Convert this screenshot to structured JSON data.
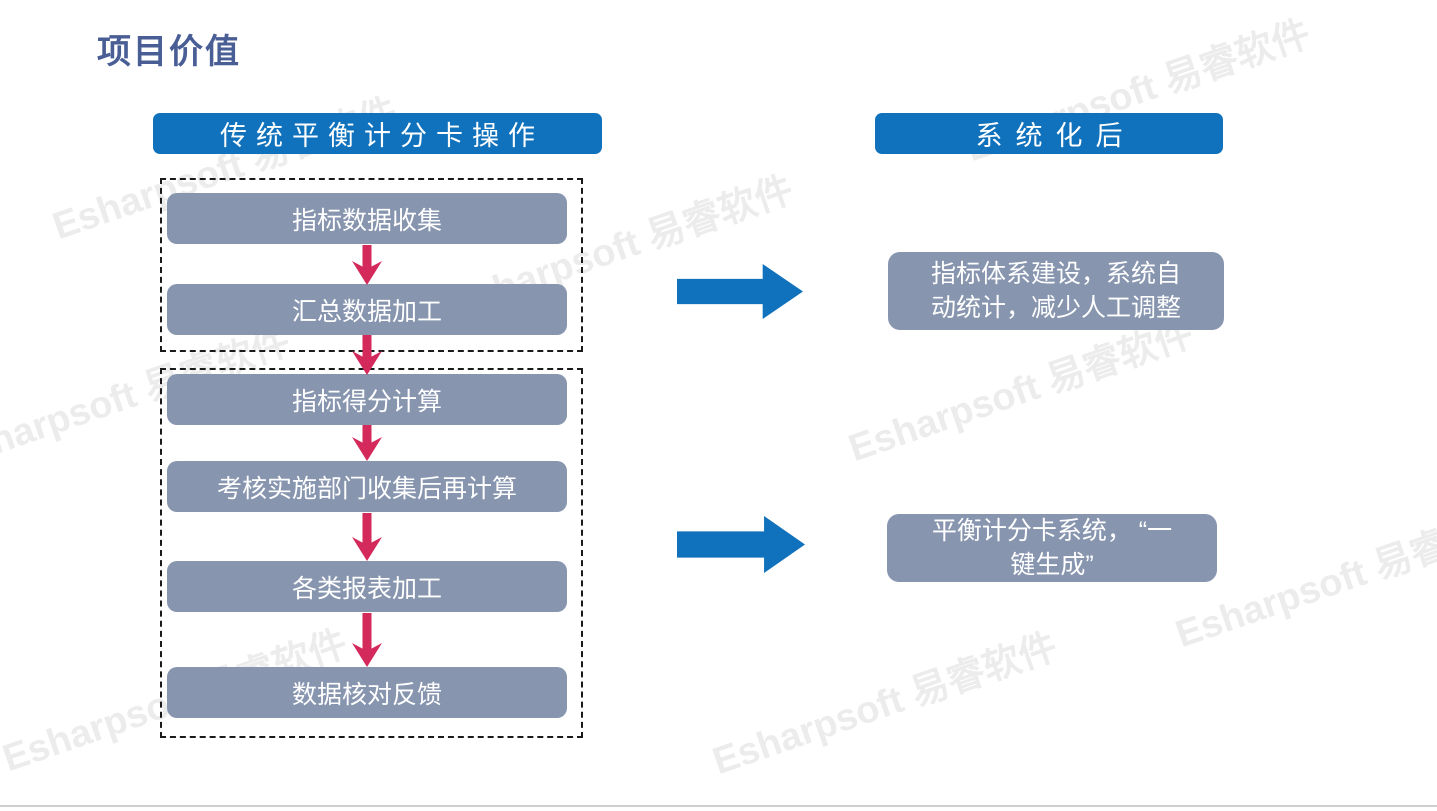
{
  "slide": {
    "title": "项目价值",
    "left_column": {
      "header": "传统平衡计分卡操作",
      "steps": [
        "指标数据收集",
        "汇总数据加工",
        "指标得分计算",
        "考核实施部门收集后再计算",
        "各类报表加工",
        "数据核对反馈"
      ]
    },
    "right_column": {
      "header": "系统化后",
      "benefits": [
        "指标体系建设，系统自\n动统计，减少人工调整",
        "平衡计分卡系统， “一\n键生成”"
      ]
    },
    "watermark": "Esharpsoft 易睿软件",
    "colors": {
      "accent_blue": "#1072BC",
      "box_gray": "#8795AF",
      "arrow_red": "#D3295B",
      "title_blue": "#4A5E96"
    }
  }
}
